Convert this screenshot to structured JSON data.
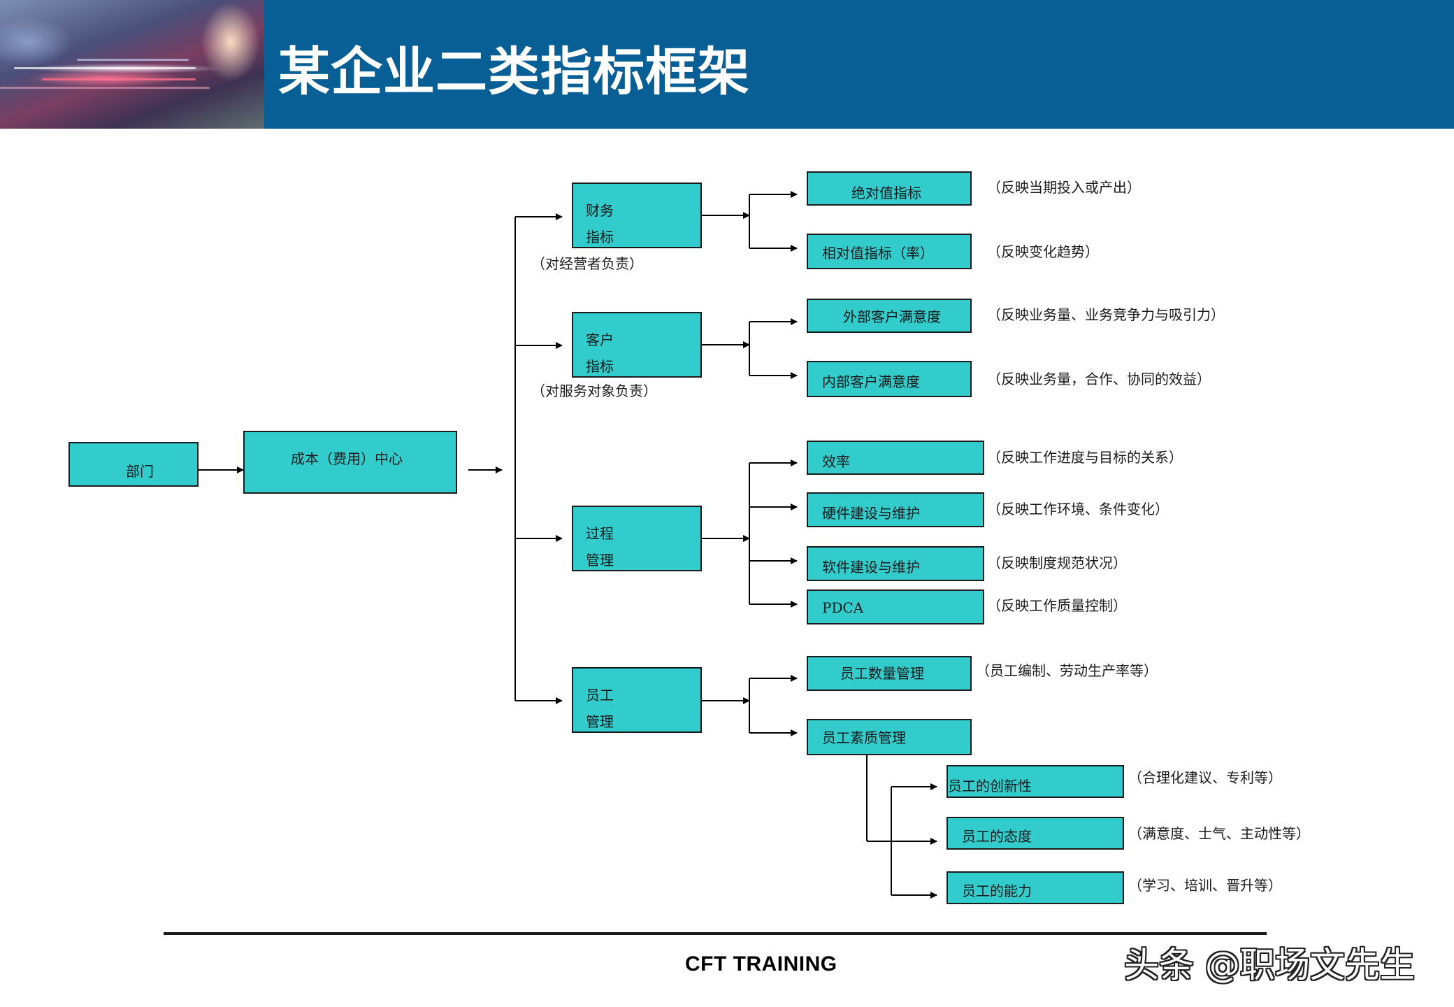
{
  "title": "某企业二类指标框架",
  "root": {
    "dept": "部门",
    "cost_center": "成本（费用）中心"
  },
  "groups": [
    {
      "line1": "财务",
      "line2": "指标",
      "note": "（对经营者负责）"
    },
    {
      "line1": "客户",
      "line2": "指标",
      "note": "（对服务对象负责）"
    },
    {
      "line1": "过程",
      "line2": "管理"
    },
    {
      "line1": "员工",
      "line2": "管理"
    }
  ],
  "indicators": [
    {
      "label": "绝对值指标",
      "note": "（反映当期投入或产出）"
    },
    {
      "label": "相对值指标（率）",
      "note": "（反映变化趋势）"
    },
    {
      "label": "外部客户满意度",
      "note": "（反映业务量、业务竞争力与吸引力）"
    },
    {
      "label": "内部客户满意度",
      "note": "（反映业务量，合作、协同的效益）"
    },
    {
      "label": "效率",
      "note": "（反映工作进度与目标的关系）"
    },
    {
      "label": "硬件建设与维护",
      "note": "（反映工作环境、条件变化）"
    },
    {
      "label": "软件建设与维护",
      "note": "（反映制度规范状况）"
    },
    {
      "label": "PDCA",
      "note": "（反映工作质量控制）"
    },
    {
      "label": "员工数量管理",
      "note": "（员工编制、劳动生产率等）"
    },
    {
      "label": "员工素质管理"
    }
  ],
  "quality": [
    {
      "label": "员工的创新性",
      "note": "（合理化建议、专利等）"
    },
    {
      "label": "员工的态度",
      "note": "（满意度、士气、主动性等）"
    },
    {
      "label": "员工的能力",
      "note": "（学习、培训、晋升等）"
    }
  ],
  "footer": "CFT TRAINING",
  "watermark": "头条 @职场文先生",
  "colors": {
    "header": "#085f95",
    "node_fill": "#33cccc",
    "line": "#000000"
  }
}
